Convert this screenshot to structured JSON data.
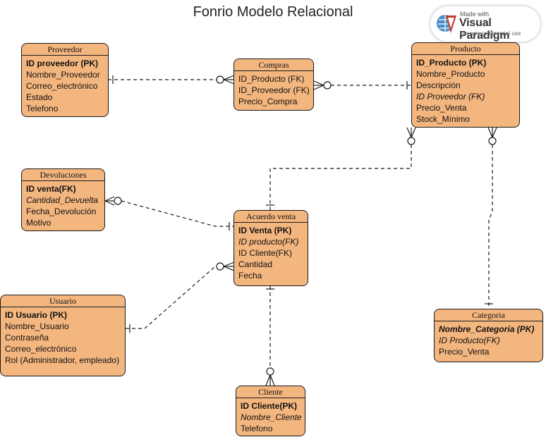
{
  "title": "Fonrio Modelo Relacional",
  "badge": {
    "made_with": "Made with",
    "brand": "Visual Paradigm",
    "note": "For non-commercial use"
  },
  "entities": {
    "proveedor": {
      "name": "Proveedor",
      "attributes": [
        "ID proveedor (PK)",
        "Nombre_Proveedor",
        "Correo_electrónico",
        "Estado",
        "Telefono"
      ]
    },
    "compras": {
      "name": "Compras",
      "attributes": [
        "ID_Producto (FK)",
        "ID_Proveedor (FK)",
        "Precio_Compra"
      ]
    },
    "producto": {
      "name": "Producto",
      "attributes": [
        "ID_Producto (PK)",
        "Nombre_Producto",
        "Descripción",
        "ID Proveedor (FK)",
        "Precio_Venta",
        "Stock_Mínimo"
      ]
    },
    "devoluciones": {
      "name": "Devoluciones",
      "attributes": [
        "ID venta(FK)",
        "Cantidad_Devuelta",
        "Fecha_Devolución",
        "Motivo"
      ]
    },
    "acuerdo_venta": {
      "name": "Acuerdo venta",
      "attributes": [
        "ID Venta (PK)",
        "ID producto(FK)",
        "ID Cliente(FK)",
        "Cantidad",
        "Fecha"
      ]
    },
    "usuario": {
      "name": "Usuario",
      "attributes": [
        "ID Usuario (PK)",
        "Nombre_Usuario",
        "Contraseña",
        "Correo_electrónico",
        "Rol (Administrador, empleado)"
      ]
    },
    "cliente": {
      "name": "Cliente",
      "attributes": [
        "ID Cliente(PK)",
        "Nombre_Cliente",
        "Telefono"
      ]
    },
    "categoria": {
      "name": "Categoria",
      "attributes": [
        "Nombre_Categoria (PK)",
        "ID Producto(FK)",
        "Precio_Venta"
      ]
    }
  }
}
